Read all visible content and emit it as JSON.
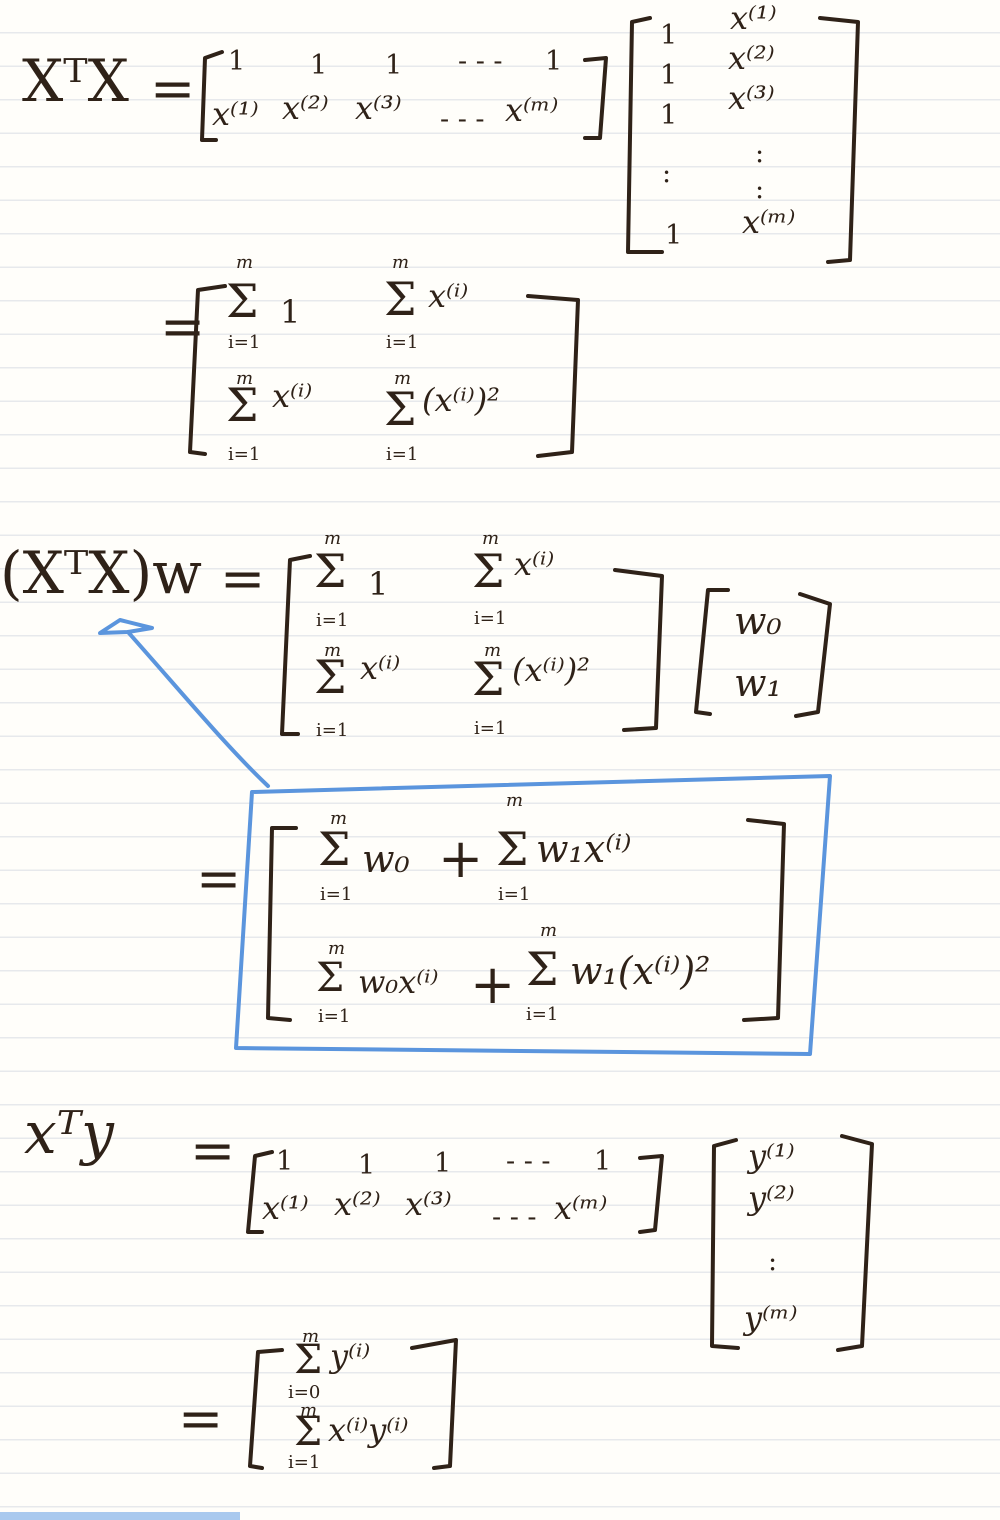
{
  "colors": {
    "ink": "#2f2218",
    "highlight": "#5b95dd",
    "paper": "#fffefa",
    "rule": "#e7e9ec"
  },
  "xtx": {
    "lhs": "XᵀX",
    "eq": "=",
    "row_ones": [
      "1",
      "1",
      "1",
      "- - -",
      "1"
    ],
    "row_x": [
      "x⁽¹⁾",
      "x⁽²⁾",
      "x⁽³⁾",
      "- - -",
      "x⁽ᵐ⁾"
    ],
    "col_ones": [
      "1",
      "1",
      "1",
      ":",
      "1"
    ],
    "col_x": [
      "x⁽¹⁾",
      "x⁽²⁾",
      "x⁽³⁾",
      ":",
      ":",
      "x⁽ᵐ⁾"
    ]
  },
  "xtx_result": {
    "eq": "=",
    "sigma": "Σ",
    "upper": "m",
    "lower": "i=1",
    "a11": "1",
    "a12": "x⁽ⁱ⁾",
    "a21": "x⁽ⁱ⁾",
    "a22": "(x⁽ⁱ⁾)²"
  },
  "xtxw": {
    "lhs": "(XᵀX)w",
    "eq": "=",
    "sigma": "Σ",
    "upper": "m",
    "lower": "i=1",
    "a11": "1",
    "a12": "x⁽ⁱ⁾",
    "a21": "x⁽ⁱ⁾",
    "a22": "(x⁽ⁱ⁾)²",
    "w0": "w₀",
    "w1": "w₁"
  },
  "boxed": {
    "eq": "=",
    "sigma": "Σ",
    "upper": "m",
    "lower": "i=1",
    "r1_t1": "w₀",
    "plus": "+",
    "r1_t2": "w₁x⁽ⁱ⁾",
    "r2_t1": "w₀x⁽ⁱ⁾",
    "r2_t2": "w₁(x⁽ⁱ⁾)²"
  },
  "xty": {
    "lhs": "xᵀy",
    "eq": "=",
    "row_ones": [
      "1",
      "1",
      "1",
      "- - -",
      "1"
    ],
    "row_x": [
      "x⁽¹⁾",
      "x⁽²⁾",
      "x⁽³⁾",
      "- - -",
      "x⁽ᵐ⁾"
    ],
    "col_y": [
      "y⁽¹⁾",
      "y⁽²⁾",
      ":",
      "y⁽ᵐ⁾"
    ]
  },
  "xty_result": {
    "eq": "=",
    "sigma": "Σ",
    "upper": "m",
    "lower1": "i=0",
    "lower2": "i=1",
    "r1": "y⁽ⁱ⁾",
    "r2": "x⁽ⁱ⁾y⁽ⁱ⁾"
  }
}
